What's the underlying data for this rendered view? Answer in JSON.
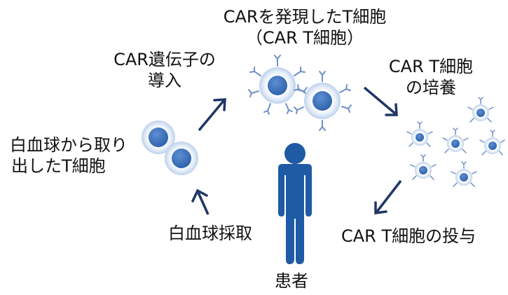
{
  "labels": {
    "car_expressing_line1": "CARを発現したT細胞",
    "car_expressing_line2": "（CAR T細胞）",
    "car_gene_line1": "CAR遺伝子の",
    "car_gene_line2": "導入",
    "culture_line1": "CAR T細胞",
    "culture_line2": "の培養",
    "extracted_line1": "白血球から取り",
    "extracted_line2": "出したT細胞",
    "collection": "白血球採取",
    "infusion": "CAR T細胞の投与",
    "patient": "患者"
  },
  "icons": {
    "arrow": "arrow-icon",
    "t_cell": "t-cell-icon",
    "car_t_cell": "car-t-cell-icon",
    "patient": "person-icon"
  },
  "colors": {
    "arrow": "#1f3566",
    "person": "#1f5aa4",
    "cell_core": "#3a6fb8",
    "cell_halo": "#c9daf0",
    "receptor": "#6f8fc8"
  }
}
